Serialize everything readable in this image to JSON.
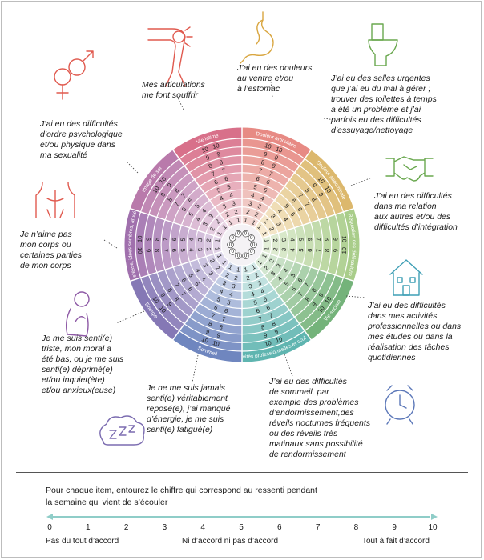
{
  "domains": [
    {
      "key": "douleur-articulaire",
      "label": "Douleur articulaire",
      "inner": "#f2d7d2",
      "outer": "#e78a84",
      "icon": "knee-icon",
      "text": "Mes articulations\nme font souffrir"
    },
    {
      "key": "douleur-abdominale",
      "label": "Douleur abdominale",
      "inner": "#f7ebd2",
      "outer": "#dcb86d",
      "icon": "stomach-icon",
      "text": "J’ai eu des douleurs\nau ventre et/ou\nà l’estomac"
    },
    {
      "key": "regulation-des-defecations",
      "label": "Régulation des défécations",
      "inner": "#e3eed8",
      "outer": "#a9cd8a",
      "icon": "toilet-icon",
      "text": "J’ai eu des selles urgentes\nque j’ai eu du mal à gérer ;\ntrouver des toilettes à temps\na été un problème et j’ai\nparfois eu des  difficultés\nd’essuyage/nettoyage"
    },
    {
      "key": "vie-sociale",
      "label": "Vie sociale",
      "inner": "#dcebd8",
      "outer": "#74b37a",
      "icon": "handshake-icon",
      "text": "J’ai eu des difficultés\ndans ma relation\naux autres et/ou des\ndifficultés d’intégration"
    },
    {
      "key": "activites-professionnelles",
      "label": "Activités professionnelles et scolaires",
      "inner": "#d6ebea",
      "outer": "#5fb5b0",
      "icon": "house-icon",
      "text": "J’ai eu des difficultés\ndans mes activités\nprofessionnelles ou dans\nmes études ou dans la\nréalisation des tâches\nquotidiennes"
    },
    {
      "key": "sommeil",
      "label": "Sommeil",
      "inner": "#d4dced",
      "outer": "#6f86bf",
      "icon": "alarm-clock-icon",
      "text": "J’ai eu des difficultés\nde sommeil, par\nexemple des problèmes\nd’endormissement,des\nréveils nocturnes fréquents\nou des réveils très\nmatinaux sans possibilité\nde rendormissement"
    },
    {
      "key": "energie",
      "label": "Energie",
      "inner": "#dcd6ea",
      "outer": "#8578b5",
      "icon": "sleep-zzz-icon",
      "text": "Je ne me suis jamais\nsenti(e) véritablement\nreposé(e), j’ai manqué\nd’énergie, je me suis\nsenti(e) fatigué(e)"
    },
    {
      "key": "tristesse",
      "label": "Tristesse, idées sombres, anxiété",
      "inner": "#e0d2e6",
      "outer": "#a070ad",
      "icon": "sad-person-icon",
      "text": "Je me suis senti(e)\ntriste, mon moral a\nété bas, ou je me suis\nsenti(e) déprimé(e)\net/ou inquiet(ète)\net/ou anxieux(euse)"
    },
    {
      "key": "image-de-soi",
      "label": "Image de soi",
      "inner": "#ead6e6",
      "outer": "#b97aab",
      "icon": "body-back-icon",
      "text": "Je n’aime pas\nmon corps ou\ncertaines parties\nde mon corps"
    },
    {
      "key": "vie-intime",
      "label": "Vie intime",
      "inner": "#f1d6dc",
      "outer": "#d8708a",
      "icon": "gender-symbols-icon",
      "text": "J’ai eu des difficultés\nd’ordre psychologique\net/ou physique dans\nma sexualité"
    }
  ],
  "ring_numbers": [
    "1",
    "2",
    "3",
    "4",
    "5",
    "6",
    "7",
    "8",
    "9",
    "10"
  ],
  "center_numbers": [
    "0",
    "0",
    "0",
    "0",
    "0",
    "0",
    "0",
    "0",
    "0",
    "0"
  ],
  "instruction": "Pour chaque item, entourez le chiffre qui correspond au ressenti pendant\nla semaine qui vient de s’écouler",
  "scale": {
    "numbers": [
      "0",
      "1",
      "2",
      "3",
      "4",
      "5",
      "6",
      "7",
      "8",
      "9",
      "10"
    ],
    "left_label": "Pas du tout d’accord",
    "mid_label": "Ni d’accord ni pas d’accord",
    "right_label": "Tout à fait d’accord",
    "color": "#8fcdc8"
  },
  "colors": {
    "accent": "#e05a4f",
    "icon": "#3f9fb5",
    "line": "#ffffff"
  }
}
